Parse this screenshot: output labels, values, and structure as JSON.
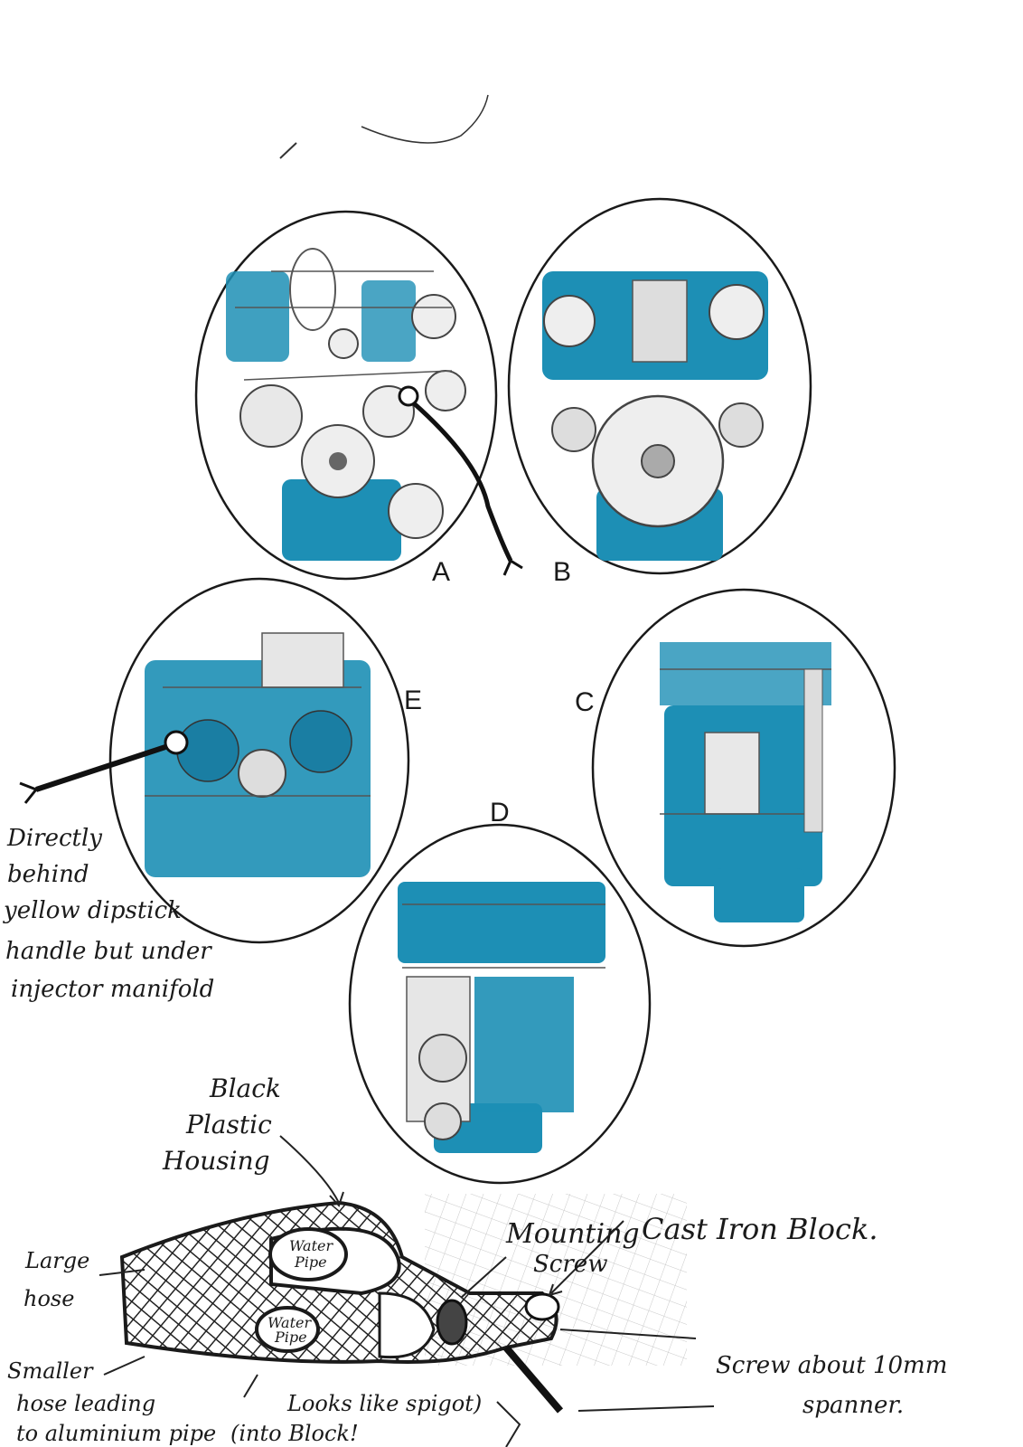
{
  "views": [
    {
      "id": "A",
      "label": "A"
    },
    {
      "id": "B",
      "label": "B"
    },
    {
      "id": "C",
      "label": "C"
    },
    {
      "id": "D",
      "label": "D"
    },
    {
      "id": "E",
      "label": "E"
    }
  ],
  "notes": {
    "directly_behind": [
      "Directly",
      "behind",
      "yellow dipstick",
      "handle but under",
      "injector manifold"
    ],
    "black_plastic_housing": [
      "Black",
      "Plastic",
      "Housing"
    ],
    "mounting_screw": [
      "Mounting",
      "Screw"
    ],
    "cast_iron_block": "Cast Iron Block.",
    "large_hose": [
      "Large",
      "hose"
    ],
    "water_pipe_1": [
      "Water",
      "Pipe"
    ],
    "water_pipe_2": [
      "Water",
      "Pipe"
    ],
    "smaller_hose": [
      "Smaller",
      "hose leading",
      "to aluminium pipe"
    ],
    "looks_like_spigot": [
      "Looks like spigot)",
      "(into Block!"
    ],
    "screw_10mm": [
      "Screw about 10mm",
      "spanner."
    ]
  },
  "colors": {
    "engine_blue": "#1d8fb5",
    "ink": "#1a1a1a",
    "engine_dark": "#0f6f94"
  }
}
